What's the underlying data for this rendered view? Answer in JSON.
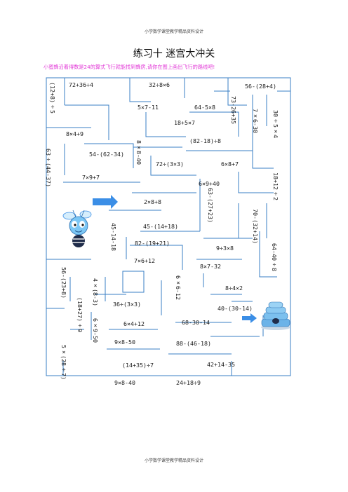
{
  "header": "小学数学课堂教学精品资料设计",
  "footer": "小学数学课堂教学精品资料设计",
  "title": "练习十    迷宫大冲关",
  "instruction": "小蜜蜂沿着得数是24的算式飞行就能找到蜂房,请你在图上画出飞行的路线吧!",
  "colors": {
    "wall": "#3a7fc4",
    "instruction": "#e23ad7",
    "arrow": "#3b8ee6",
    "hive": "#5aa8e0"
  },
  "icons": [
    "bee-icon",
    "arrow-right-icon",
    "beehive-icon"
  ],
  "expressions": {
    "e01": "72+36÷4",
    "e02": "32÷8×6",
    "e03": "56-(28+4)",
    "e04": "(12+8)÷5",
    "e05": "5×7-11",
    "e06": "64-5×8",
    "e07": "73-26+35",
    "e08": "7×6-30",
    "e09": "30÷5×4",
    "e10": "18+5×7",
    "e11": "8×4+9",
    "e12": "(82-18)÷8",
    "e13": "63÷(44-37)",
    "e14": "54-(62-34)",
    "e15": "8×8-40",
    "e16": "72÷(3×3)",
    "e17": "6×8+7",
    "e18": "7×9+7",
    "e19": "6×9+40",
    "e20": "18+12÷2",
    "e21": "63-(27+23)",
    "e22": "2×8+8",
    "e23": "70-(32+14)",
    "e24": "45-(14+18)",
    "e25": "45-14-18",
    "e26": "82-(19+21)",
    "e27": "9÷3×8",
    "e28": "64-40÷8",
    "e29": "7×6+12",
    "e30": "8×7-32",
    "e31": "56-(23+8)",
    "e32": "4×(8-3)",
    "e33": "6×6-12",
    "e34": "8÷4×2",
    "e35": "(18+27)÷9",
    "e36": "36÷(3×3)",
    "e37": "40-(30-14)",
    "e38": "6×9-50",
    "e39": "6×4+12",
    "e40": "68-30-14",
    "e41": "9×8-50",
    "e42": "88-(46-18)",
    "e43": "5×(28÷7)",
    "e44": "(14+35)÷7",
    "e45": "42+14-35",
    "e46": "9×8-40",
    "e47": "24+18÷9"
  }
}
